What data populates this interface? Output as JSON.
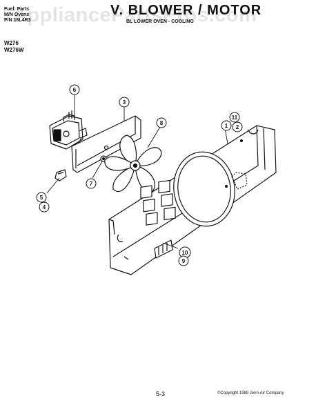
{
  "header": {
    "line1": "Fuel: Parts",
    "line2": "M/N Ovens",
    "line3": "P/N 16L4R3",
    "title": "V. BLOWER / MOTOR",
    "subtitle": "BL LOWER OVEN - COOLING"
  },
  "models": [
    "W276",
    "W276W"
  ],
  "watermark": "AppliancePartsPros.com",
  "callouts": {
    "c6": "6",
    "c3": "3",
    "c8": "8",
    "c11": "11",
    "c1": "1",
    "c2": "2",
    "c7": "7",
    "c5": "5",
    "c4": "4",
    "c10": "10",
    "c9": "9"
  },
  "footer": {
    "page": "5-3",
    "copyright": "©Copyright 1989 Jenn-Air Company"
  }
}
